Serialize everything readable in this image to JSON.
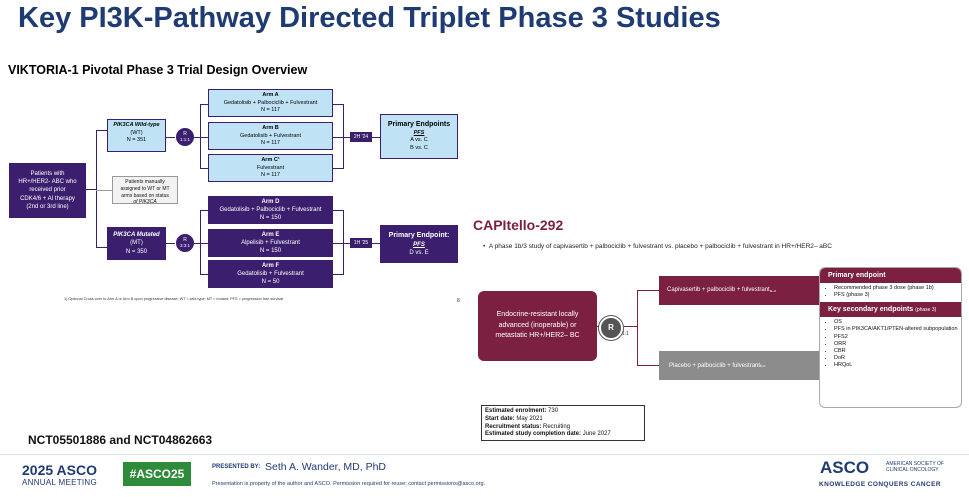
{
  "title": "Key PI3K-Pathway Directed Triplet Phase 3 Studies",
  "viktoria": {
    "heading": "VIKTORIA-1 Pivotal Phase 3 Trial Design Overview",
    "patients": [
      "Patients with",
      "HR+/HER2- ABC who",
      "received prior",
      "CDK4/6 + AI therapy",
      "(2nd or 3rd line)"
    ],
    "assignment_note": [
      "Patients manually",
      "assigned to WT or MT",
      "arms based on status",
      "of PIK3CA"
    ],
    "wt": {
      "label": "PIK3CA Wild-type",
      "abbr": "(WT)",
      "n": "N = 351"
    },
    "mt": {
      "label": "PIK3CA Mutated",
      "abbr": "(MT)",
      "n": "N = 350"
    },
    "rand_wt": {
      "label": "R",
      "ratio": "1:1:1"
    },
    "rand_mt": {
      "label": "R",
      "ratio": "3:3:1"
    },
    "arms": [
      {
        "name": "Arm A",
        "regimen": "Gedatolisib + Palbociclib + Fulvestrant",
        "n": "N = 117"
      },
      {
        "name": "Arm B",
        "regimen": "Gedatolisib + Fulvestrant",
        "n": "N = 117"
      },
      {
        "name": "Arm C¹",
        "regimen": "Fulvestrant",
        "n": "N = 117"
      },
      {
        "name": "Arm D",
        "regimen": "Gedatolisib + Palbociclib + Fulvestrant",
        "n": "N = 150"
      },
      {
        "name": "Arm E",
        "regimen": "Alpelisib + Fulvestrant",
        "n": "N = 150"
      },
      {
        "name": "Arm F",
        "regimen": "Gedatolisib + Fulvestrant",
        "n": "N = 50"
      }
    ],
    "timing_wt": "2H '24",
    "timing_mt": "1H '25",
    "endpoint_wt": {
      "title": "Primary Endpoints",
      "pfs": "PFS",
      "lines": [
        "A vs. C",
        "B vs. C"
      ]
    },
    "endpoint_mt": {
      "title": "Primary Endpoint:",
      "pfs": "PFS",
      "lines": [
        "D vs. E"
      ]
    },
    "footnote": "1) Optional Cross-over to Arm A or Arm B upon progressive disease; WT = wild type; MT = mutant; PFS = progression free survival"
  },
  "capitello": {
    "title": "CAPItello-292",
    "bullet": "A phase 1b/3 study of capivasertib + palbociclib + fulvestrant vs. placebo + palbociclib + fulvestrant in HR+/HER2– aBC",
    "page_mark": "8",
    "population": "Endocrine-resistant locally advanced (inoperable) or metastatic HR+/HER2– BC",
    "rand": "R",
    "ratio": "1:1",
    "arm1": "Capivasertib + palbociclib + fulvestrant",
    "arm1_sup": "a–c",
    "arm2": "Placebo + palbociclib + fulvestrant",
    "arm2_sup": "b,c",
    "primary_header": "Primary endpoint",
    "primary_items": [
      "Recommended phase 3 dose (phase 1b)",
      "PFS (phase 3)"
    ],
    "secondary_header": "Key secondary endpoints",
    "secondary_suffix": "(phase 3)",
    "secondary_items": [
      "OS",
      "PFS in PIK3CA/AKT1/PTEN-altered subpopulation",
      "PFS2",
      "ORR",
      "CBR",
      "DoR",
      "HRQoL"
    ],
    "enrollment": [
      {
        "k": "Estimated enrolment:",
        "v": "730"
      },
      {
        "k": "Start date:",
        "v": "May 2021"
      },
      {
        "k": "Recruitment status:",
        "v": "Recruiting"
      },
      {
        "k": "Estimated study completion date:",
        "v": "June 2027"
      }
    ]
  },
  "nct": "NCT05501886 and NCT04862663",
  "footer": {
    "year_brand": "2025 ASCO",
    "meeting": "ANNUAL MEETING",
    "hashtag": "#ASCO25",
    "presented_by": "PRESENTED BY:",
    "presenter": "Seth A. Wander, MD, PhD",
    "property": "Presentation is property of the author and ASCO. Permission required for reuse; contact permissions@asco.org.",
    "asco": "ASCO",
    "society": [
      "AMERICAN SOCIETY OF",
      "CLINICAL ONCOLOGY"
    ],
    "tagline": "KNOWLEDGE CONQUERS CANCER"
  },
  "colors": {
    "title": "#1f3b73",
    "purple": "#3b1f6e",
    "light_blue": "#bfe3f5",
    "maroon": "#7b2040",
    "green": "#2e8b3a"
  }
}
